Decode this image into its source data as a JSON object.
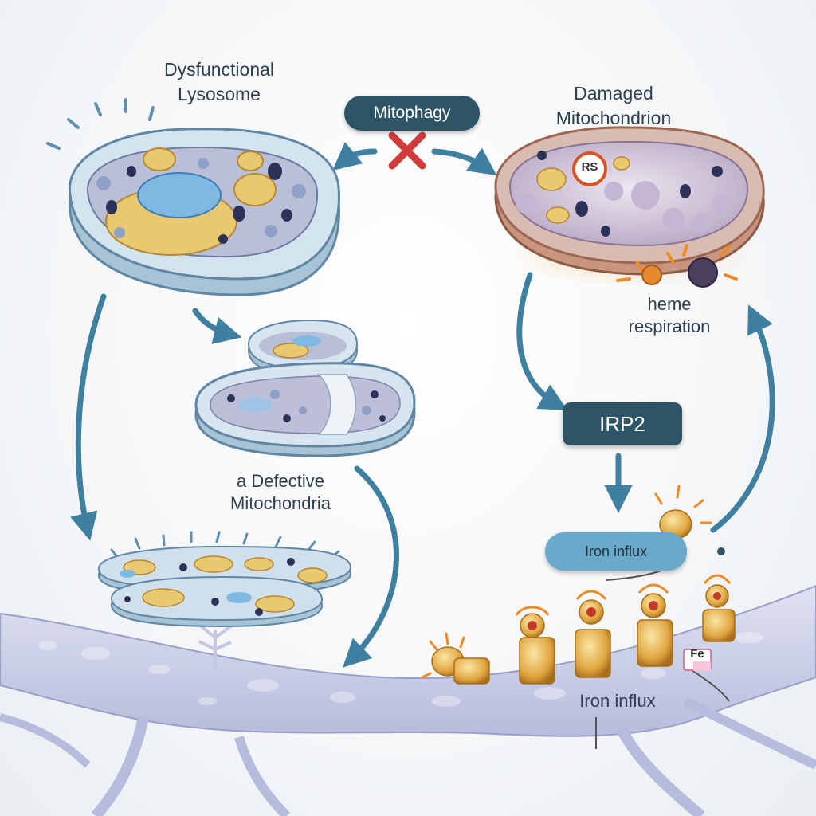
{
  "labels": {
    "dysfunctional_lysosome": [
      "Dysfunctional",
      "Lysosome"
    ],
    "damaged_mitochondrion": [
      "Damaged",
      "Mitochondrion"
    ],
    "mitophagy": "Mitophagy",
    "ros": "RS",
    "heme_respiration": [
      "heme",
      "respiration"
    ],
    "irp2": "IRP2",
    "iron_influx_pill": "Iron influx",
    "defective_mitochondria": [
      "a Defective",
      "Mitochondria"
    ],
    "iron_influx": "Iron influx",
    "fe": "Fe"
  },
  "colors": {
    "arrow": "#3f7fa0",
    "pill_dark": "#2e5566",
    "pill_light": "#6aa9c9",
    "inhibit_x": "#d23b3b",
    "lysosome_membrane": "#9fc4dc",
    "mito_membrane": "#b9765c",
    "axon": "#c9cde6",
    "iron_gold": "#e0a640"
  },
  "icons": [
    "inhibition-x-icon",
    "iron-channel-icon",
    "fe-ion-icon",
    "ros-badge-icon"
  ]
}
